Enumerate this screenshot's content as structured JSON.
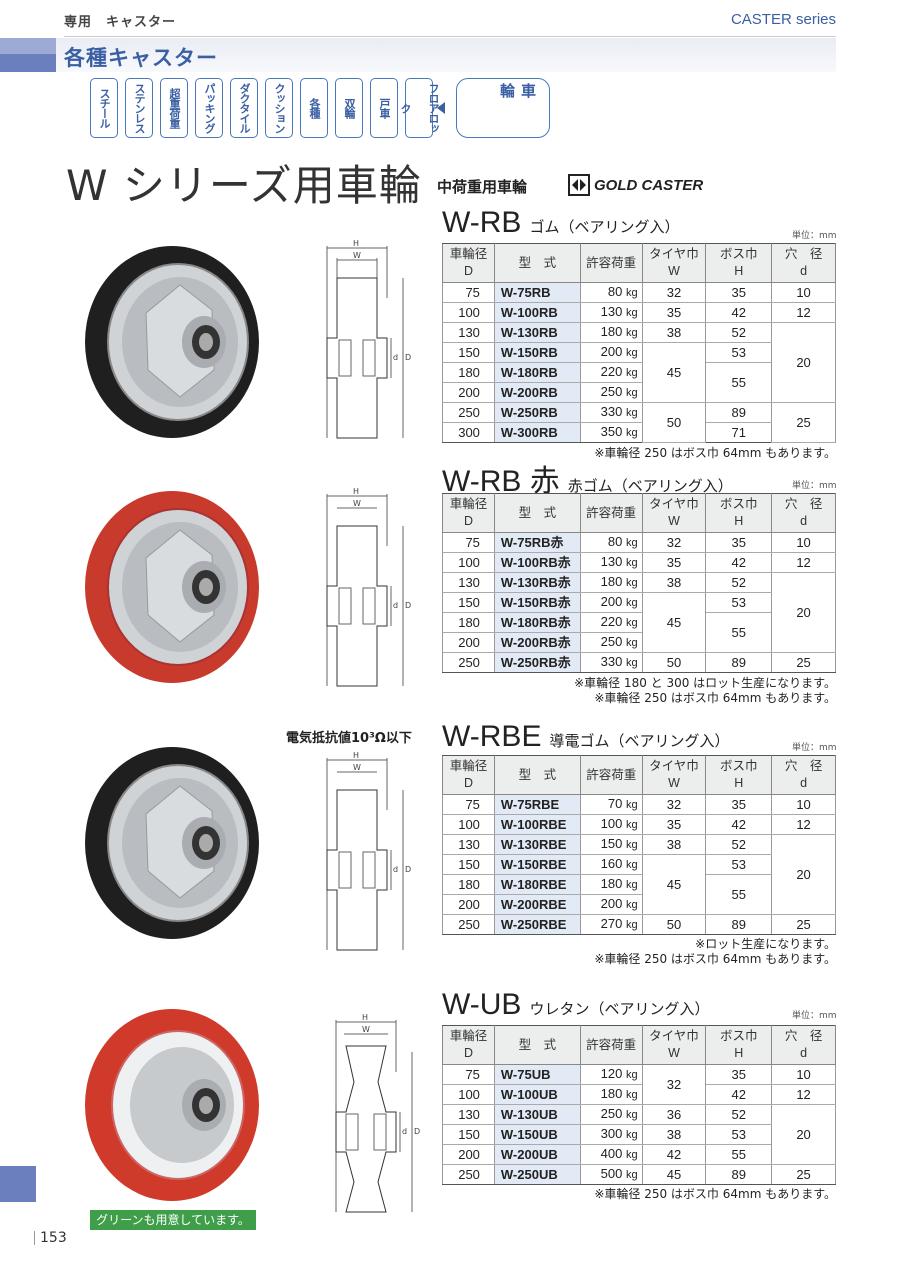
{
  "header": {
    "category": "専用　キャスター",
    "series_label": "CASTER series"
  },
  "section_title": "各種キャスター",
  "tabs": [
    "スチール",
    "ステンレス",
    "超重荷重",
    "パッキング",
    "ダクタイル",
    "クッション",
    "各種",
    "双輪",
    "戸車",
    "フロアロック"
  ],
  "active_tab": "車輪",
  "main_title": "W シリーズ用車輪",
  "subtitle": "中荷重用車輪",
  "brand": "GOLD CASTER",
  "resistance_note": "電気抵抗値10³Ω以下",
  "unit": "単位：mm",
  "headers": [
    "車輪径\nD",
    "型　式",
    "許容荷重",
    "タイヤ巾\nW",
    "ボス巾\nH",
    "穴　径\nd"
  ],
  "sections": [
    {
      "code": "W-RB",
      "desc": "ゴム（ベアリング入）",
      "rows": [
        [
          "75",
          "W-75RB",
          "80",
          "32",
          "35",
          "10"
        ],
        [
          "100",
          "W-100RB",
          "130",
          "35",
          "42",
          "12"
        ],
        [
          "130",
          "W-130RB",
          "180",
          "38",
          "52",
          ""
        ],
        [
          "150",
          "W-150RB",
          "200",
          "",
          "53",
          "20"
        ],
        [
          "180",
          "W-180RB",
          "220",
          "45",
          "55",
          ""
        ],
        [
          "200",
          "W-200RB",
          "250",
          "",
          "",
          ""
        ],
        [
          "250",
          "W-250RB",
          "330",
          "50",
          "89",
          "25"
        ],
        [
          "300",
          "W-300RB",
          "350",
          "",
          "71",
          ""
        ]
      ],
      "notes": [
        "※車輪径 250 はボス巾 64mm もあります。"
      ]
    },
    {
      "code": "W-RB 赤",
      "desc": "赤ゴム（ベアリング入）",
      "rows": [
        [
          "75",
          "W-75RB赤",
          "80",
          "32",
          "35",
          "10"
        ],
        [
          "100",
          "W-100RB赤",
          "130",
          "35",
          "42",
          "12"
        ],
        [
          "130",
          "W-130RB赤",
          "180",
          "38",
          "52",
          ""
        ],
        [
          "150",
          "W-150RB赤",
          "200",
          "",
          "53",
          "20"
        ],
        [
          "180",
          "W-180RB赤",
          "220",
          "45",
          "55",
          ""
        ],
        [
          "200",
          "W-200RB赤",
          "250",
          "",
          "",
          ""
        ],
        [
          "250",
          "W-250RB赤",
          "330",
          "50",
          "89",
          "25"
        ]
      ],
      "notes": [
        "※車輪径 180 と 300 はロット生産になります。",
        "※車輪径 250 はボス巾 64mm もあります。"
      ]
    },
    {
      "code": "W-RBE",
      "desc": "導電ゴム（ベアリング入）",
      "rows": [
        [
          "75",
          "W-75RBE",
          "70",
          "32",
          "35",
          "10"
        ],
        [
          "100",
          "W-100RBE",
          "100",
          "35",
          "42",
          "12"
        ],
        [
          "130",
          "W-130RBE",
          "150",
          "38",
          "52",
          ""
        ],
        [
          "150",
          "W-150RBE",
          "160",
          "",
          "53",
          "20"
        ],
        [
          "180",
          "W-180RBE",
          "180",
          "45",
          "55",
          ""
        ],
        [
          "200",
          "W-200RBE",
          "200",
          "",
          "",
          ""
        ],
        [
          "250",
          "W-250RBE",
          "270",
          "50",
          "89",
          "25"
        ]
      ],
      "notes": [
        "※ロット生産になります。",
        "※車輪径 250 はボス巾 64mm もあります。"
      ]
    },
    {
      "code": "W-UB",
      "desc": "ウレタン（ベアリング入）",
      "rows": [
        [
          "75",
          "W-75UB",
          "120",
          "32",
          "35",
          "10"
        ],
        [
          "100",
          "W-100UB",
          "180",
          "",
          "42",
          "12"
        ],
        [
          "130",
          "W-130UB",
          "250",
          "36",
          "52",
          ""
        ],
        [
          "150",
          "W-150UB",
          "300",
          "38",
          "53",
          "20"
        ],
        [
          "200",
          "W-200UB",
          "400",
          "42",
          "55",
          ""
        ],
        [
          "250",
          "W-250UB",
          "500",
          "45",
          "89",
          "25"
        ]
      ],
      "notes": [
        "※車輪径 250 はボス巾 64mm もあります。"
      ]
    }
  ],
  "load_unit": "kg",
  "diagram_labels": {
    "h": "H",
    "w": "W",
    "d_small": "d",
    "d_big": "D"
  },
  "green_note": "グリーンも用意しています。",
  "page_number": "153"
}
